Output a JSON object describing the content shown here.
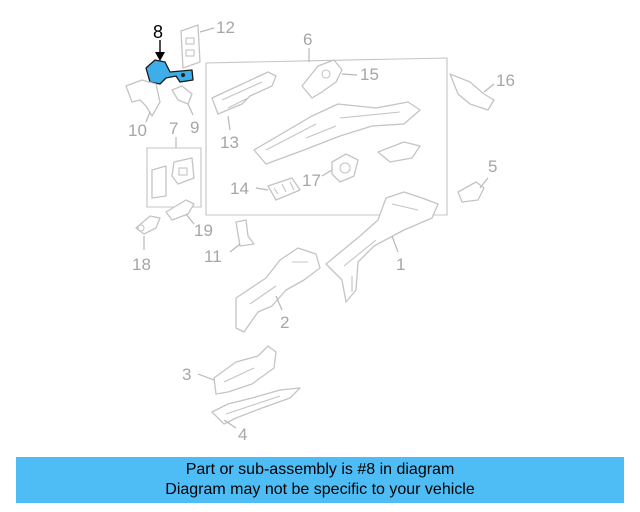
{
  "callouts": {
    "c1": "1",
    "c2": "2",
    "c3": "3",
    "c4": "4",
    "c5": "5",
    "c6": "6",
    "c7": "7",
    "c8": "8",
    "c9": "9",
    "c10": "10",
    "c11": "11",
    "c12": "12",
    "c13": "13",
    "c14": "14",
    "c15": "15",
    "c16": "16",
    "c17": "17",
    "c18": "18",
    "c19": "19"
  },
  "highlight": {
    "part_number": "8",
    "color": "#3daee9"
  },
  "banner": {
    "line1": "Part or sub-assembly is #8 in diagram",
    "line2": "Diagram may not be specific to your vehicle",
    "color": "#4fbdf5"
  }
}
